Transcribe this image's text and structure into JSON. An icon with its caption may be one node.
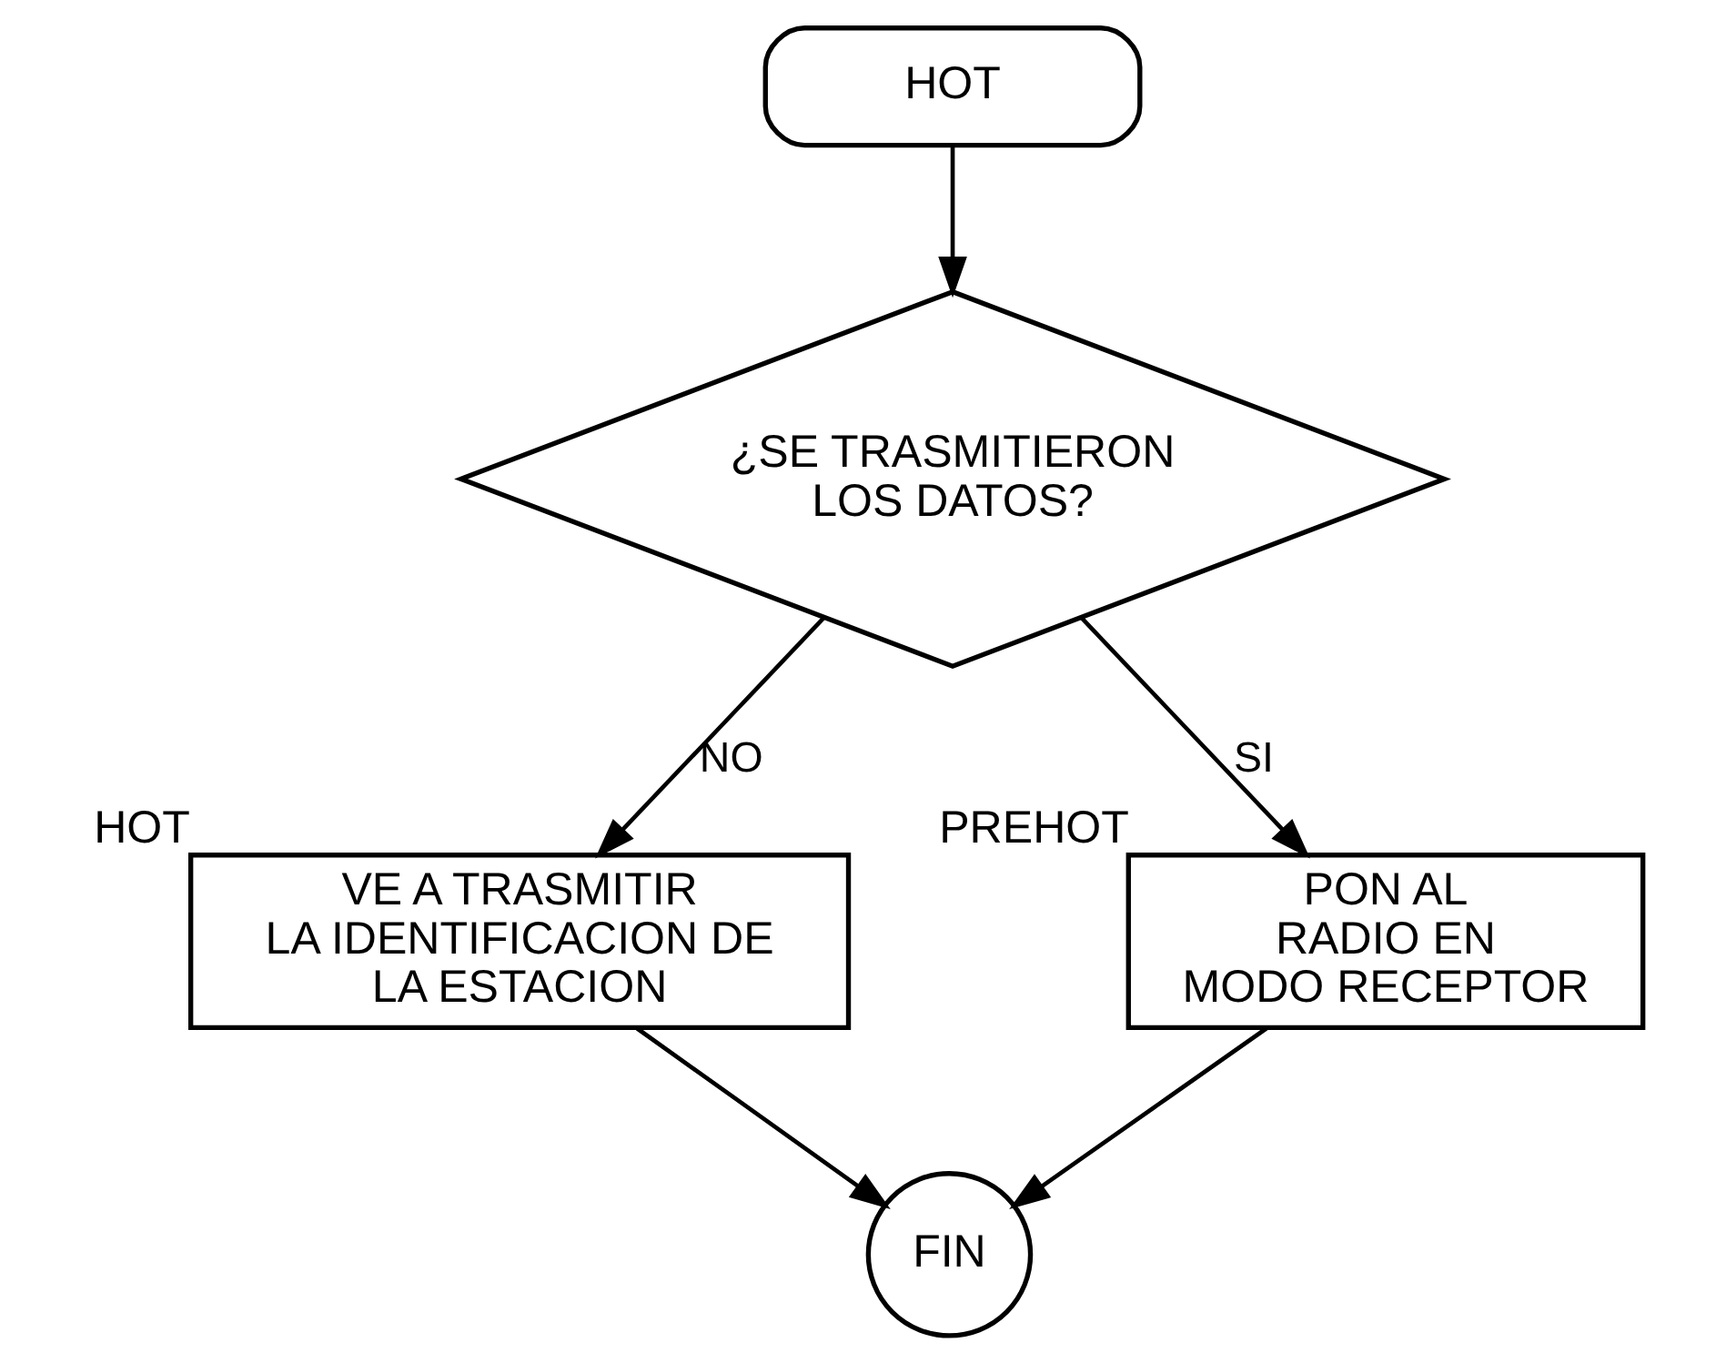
{
  "diagram": {
    "nodes": [
      {
        "text": [
          "HOT"
        ]
      },
      {
        "text": [
          "¿SE TRASMITIERON LOS DATOS?"
        ]
      },
      {
        "text": [
          "VE A TRASMITIR LA IDENTIFICACION DE LA ESTACION"
        ],
        "beside": [
          "HOT"
        ]
      },
      {
        "text": [
          "PON AL RADIO EN MODO RECEPTOR"
        ],
        "beside": [
          "PREHOT"
        ]
      },
      {
        "text": [
          "FIN"
        ]
      }
    ],
    "edges": [
      {
        "from": 0,
        "to": 1,
        "arrow": "to"
      },
      {
        "from": 1,
        "to": 2,
        "arrow": "to",
        "label": "NO"
      },
      {
        "from": 1,
        "to": 3,
        "arrow": "to",
        "label": "SI"
      },
      {
        "from": 2,
        "to": 4,
        "arrow": "to"
      },
      {
        "from": 3,
        "to": 4,
        "arrow": "to"
      }
    ]
  }
}
